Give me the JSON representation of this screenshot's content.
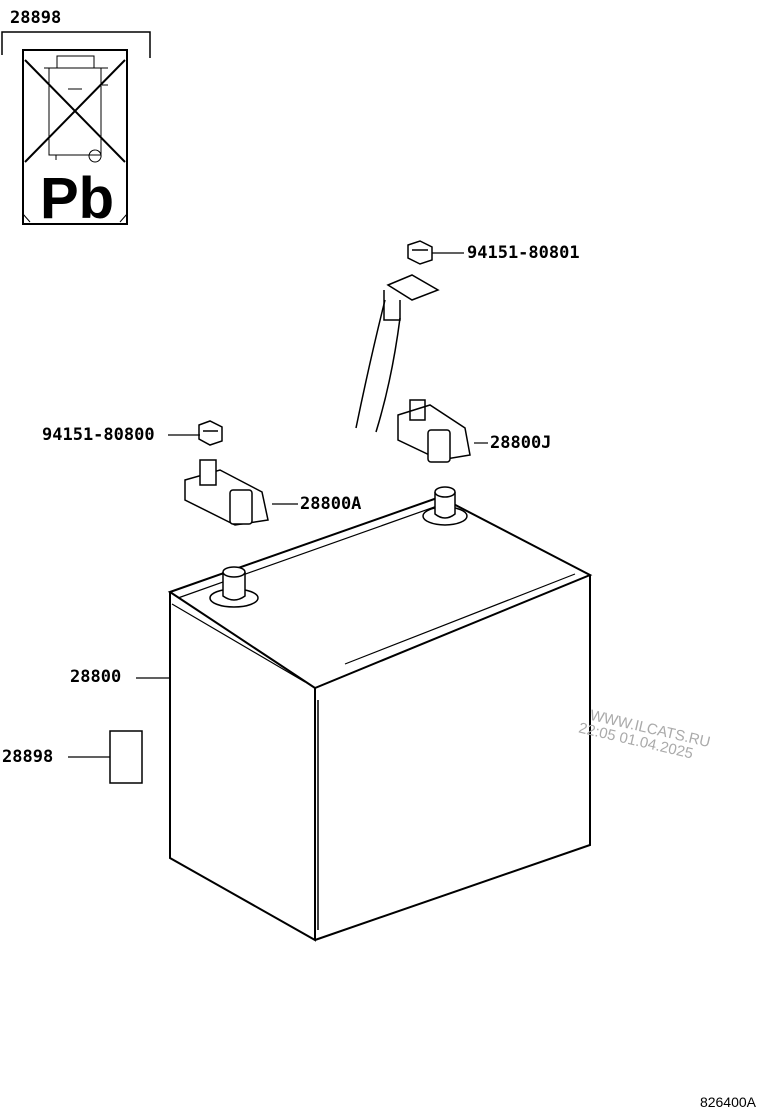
{
  "labels": {
    "recycle_label_top": "28898",
    "nut_top": "94151-80801",
    "nut_left": "94151-80800",
    "terminal_j": "28800J",
    "terminal_a": "28800A",
    "battery": "28800",
    "label_sticker": "28898"
  },
  "recycle_symbol_text": "Pb",
  "watermark": {
    "line1": "WWW.ILCATS.RU",
    "line2": "22:05 01.04.2025"
  },
  "diagram_code": "826400A"
}
